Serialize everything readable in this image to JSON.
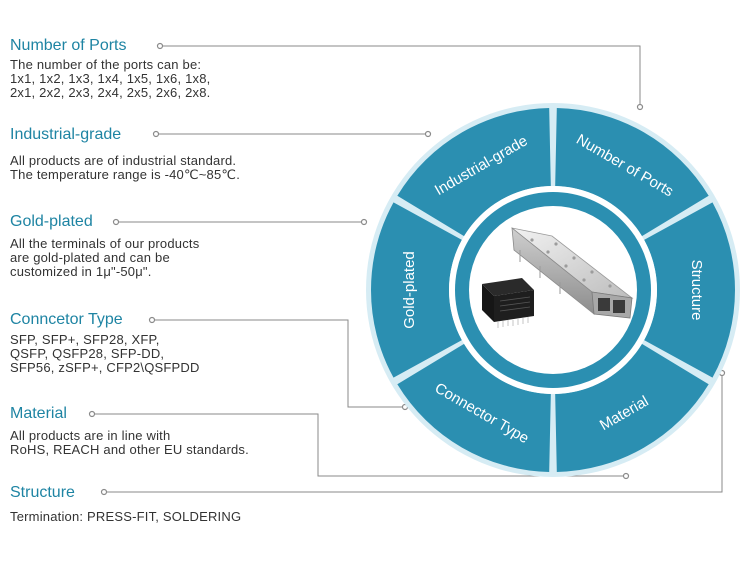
{
  "features": {
    "number_of_ports": {
      "title": "Number of Ports",
      "text": "The number of the ports can be:\n1x1, 1x2, 1x3, 1x4, 1x5, 1x6, 1x8,\n2x1, 2x2, 2x3, 2x4, 2x5, 2x6, 2x8."
    },
    "industrial_grade": {
      "title": "Industrial-grade",
      "text": "All products are of industrial standard.\nThe temperature range is -40℃~85℃."
    },
    "gold_plated": {
      "title": "Gold-plated",
      "text": "All the terminals of our products\nare gold-plated and can be\ncustomized in 1μ\"-50μ\"."
    },
    "connector_type": {
      "title": "Conncetor Type",
      "text": "SFP, SFP+, SFP28, XFP,\nQSFP, QSFP28, SFP-DD,\nSFP56, zSFP+, CFP2\\QSFPDD"
    },
    "material": {
      "title": "Material",
      "text": "All products are in line with\nRoHS, REACH and other EU standards."
    },
    "structure": {
      "title": "Structure",
      "text": "Termination: PRESS-FIT, SOLDERING"
    }
  },
  "wheel": {
    "segments": [
      "Number of Ports",
      "Structure",
      "Material",
      "Connector Type",
      "Gold-plated",
      "Industrial-grade"
    ],
    "colors": {
      "ring": "#2b8fb1",
      "ring_light": "#d6ecf4",
      "inner": "#ffffff",
      "text": "#ffffff",
      "title": "#1e84a3",
      "connector": "#8a8a8a"
    }
  }
}
